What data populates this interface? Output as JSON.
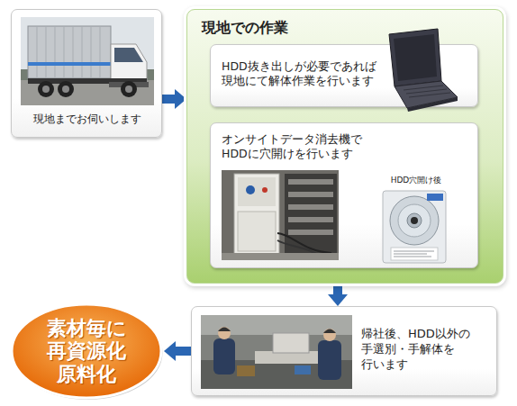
{
  "diagram": {
    "nodes": [
      {
        "text": [
          "現地までお伺いします"
        ]
      },
      {
        "text": [
          "現地での作業"
        ]
      },
      {
        "text": [
          "HDD抜き出しが必要であれば 現地にて解体作業を行います"
        ],
        "in": 1
      },
      {
        "text": [
          "オンサイトデータ消去機で HDDに穴開けを行います",
          "HDD穴開け後"
        ],
        "in": 1
      },
      {
        "text": [
          "帰社後、HDD以外の 手選別・手解体を 行います"
        ]
      },
      {
        "text": [
          "素材毎に 再資源化 原料化"
        ]
      }
    ],
    "edges": [
      {
        "from": 0,
        "to": 1,
        "arrow": "to"
      },
      {
        "from": 2,
        "to": 3,
        "arrow": "to"
      },
      {
        "from": 1,
        "to": 4,
        "arrow": "to"
      },
      {
        "from": 4,
        "to": 5,
        "arrow": "to"
      }
    ]
  }
}
